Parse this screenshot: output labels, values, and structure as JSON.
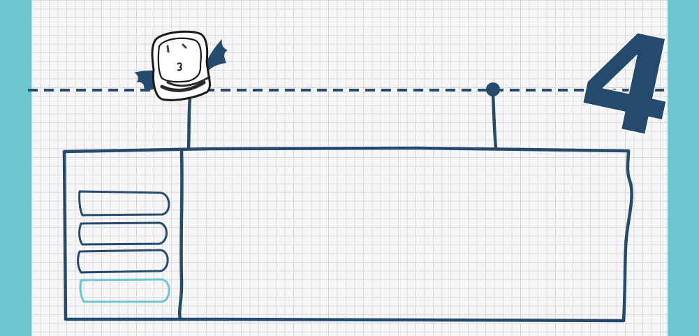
{
  "step": {
    "number": "4"
  },
  "colors": {
    "band": "#6dc5d0",
    "ink": "#244a6d",
    "accent": "#6dc5d0",
    "paper": "#f6f6f8",
    "grid": "#d9d9de"
  },
  "icons": {
    "mascot": "winged-flying-mascot-icon",
    "pin": "anchor-dot-icon"
  },
  "wireframe": {
    "menu_item_count": 4,
    "highlighted_item": 4
  }
}
